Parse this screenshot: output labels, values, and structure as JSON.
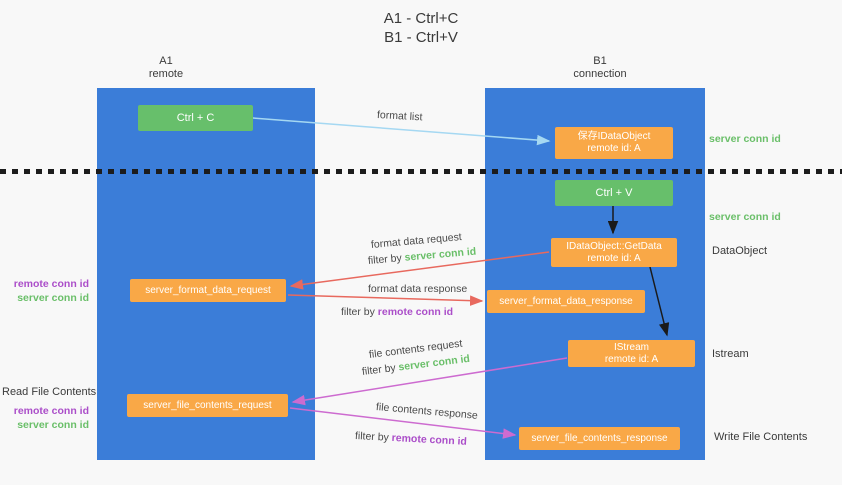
{
  "header": {
    "title_line1": "A1 - Ctrl+C",
    "title_line2": "B1 - Ctrl+V"
  },
  "lanes": {
    "left": {
      "title": "A1",
      "subtitle": "remote"
    },
    "right": {
      "title": "B1",
      "subtitle": "connection"
    }
  },
  "nodes": {
    "ctrl_c": {
      "label": "Ctrl + C"
    },
    "save_idataobject": {
      "line1": "保存IDataObject",
      "line2": "remote id: A"
    },
    "ctrl_v": {
      "label": "Ctrl + V"
    },
    "getdata": {
      "line1": "IDataObject::GetData",
      "line2": "remote id: A"
    },
    "format_request": {
      "label": "server_format_data_request"
    },
    "format_response": {
      "label": "server_format_data_response"
    },
    "istream": {
      "line1": "IStream",
      "line2": "remote id: A"
    },
    "file_request": {
      "label": "server_file_contents_request"
    },
    "file_response": {
      "label": "server_file_contents_response"
    }
  },
  "arrow_labels": {
    "format_list": "format list",
    "format_data_request": "format data request",
    "format_data_request_filter_prefix": "filter by ",
    "format_data_request_filter_value": "server conn id",
    "format_data_response": "format data response",
    "format_data_response_filter_prefix": "filter by ",
    "format_data_response_filter_value": "remote conn id",
    "file_contents_request": "file contents request",
    "file_contents_request_filter_prefix": "filter by ",
    "file_contents_request_filter_value": "server conn id",
    "file_contents_response": "file contents response",
    "file_contents_response_filter_prefix": "filter by ",
    "file_contents_response_filter_value": "remote conn id"
  },
  "annotations": {
    "right_server_conn_id_top": "server conn id",
    "right_server_conn_id_mid": "server conn id",
    "dataobject": "DataObject",
    "istream": "Istream",
    "write_file_contents": "Write File Contents",
    "read_file_contents": "Read File Contents",
    "left_remote_conn_id_1": "remote conn id",
    "left_server_conn_id_1": "server conn id",
    "left_remote_conn_id_2": "remote conn id",
    "left_server_conn_id_2": "server conn id"
  },
  "colors": {
    "lane_blue": "#3b7dd8",
    "box_green": "#67bf6b",
    "box_orange": "#f9a847",
    "text_green": "#6abf69",
    "text_purple": "#ab4ec9",
    "arrow_red": "#e8695e",
    "arrow_magenta": "#cd6bd0",
    "arrow_blue": "#a5d8f2",
    "arrow_black": "#1a1a1a"
  }
}
